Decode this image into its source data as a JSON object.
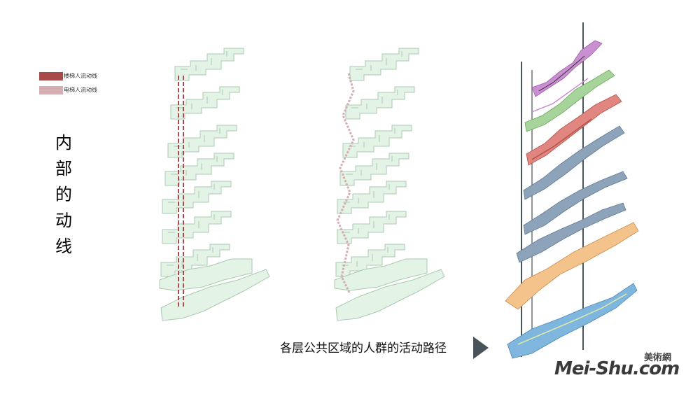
{
  "legend": [
    {
      "label": "楼梯人流动线",
      "color": "#a84a4a"
    },
    {
      "label": "电梯人流动线",
      "color": "#d4aeb2"
    }
  ],
  "title_chars": [
    "内",
    "部",
    "的",
    "动",
    "线"
  ],
  "caption": "各层公共区域的人群的活动路径",
  "watermark": {
    "latin": "Mei-Shu.com",
    "cn": "美術網"
  },
  "colors": {
    "floor_fill": "#e3f3e6",
    "floor_stroke": "#a9c9b0",
    "stair_line": "#a84a4a",
    "elevator_line": "#d4aeb2",
    "layer_colors": [
      "#c98fd0",
      "#a6d49a",
      "#e0857f",
      "#8ca3ba",
      "#8ca3ba",
      "#8ca3ba",
      "#f4c38c",
      "#7fb6de"
    ]
  }
}
